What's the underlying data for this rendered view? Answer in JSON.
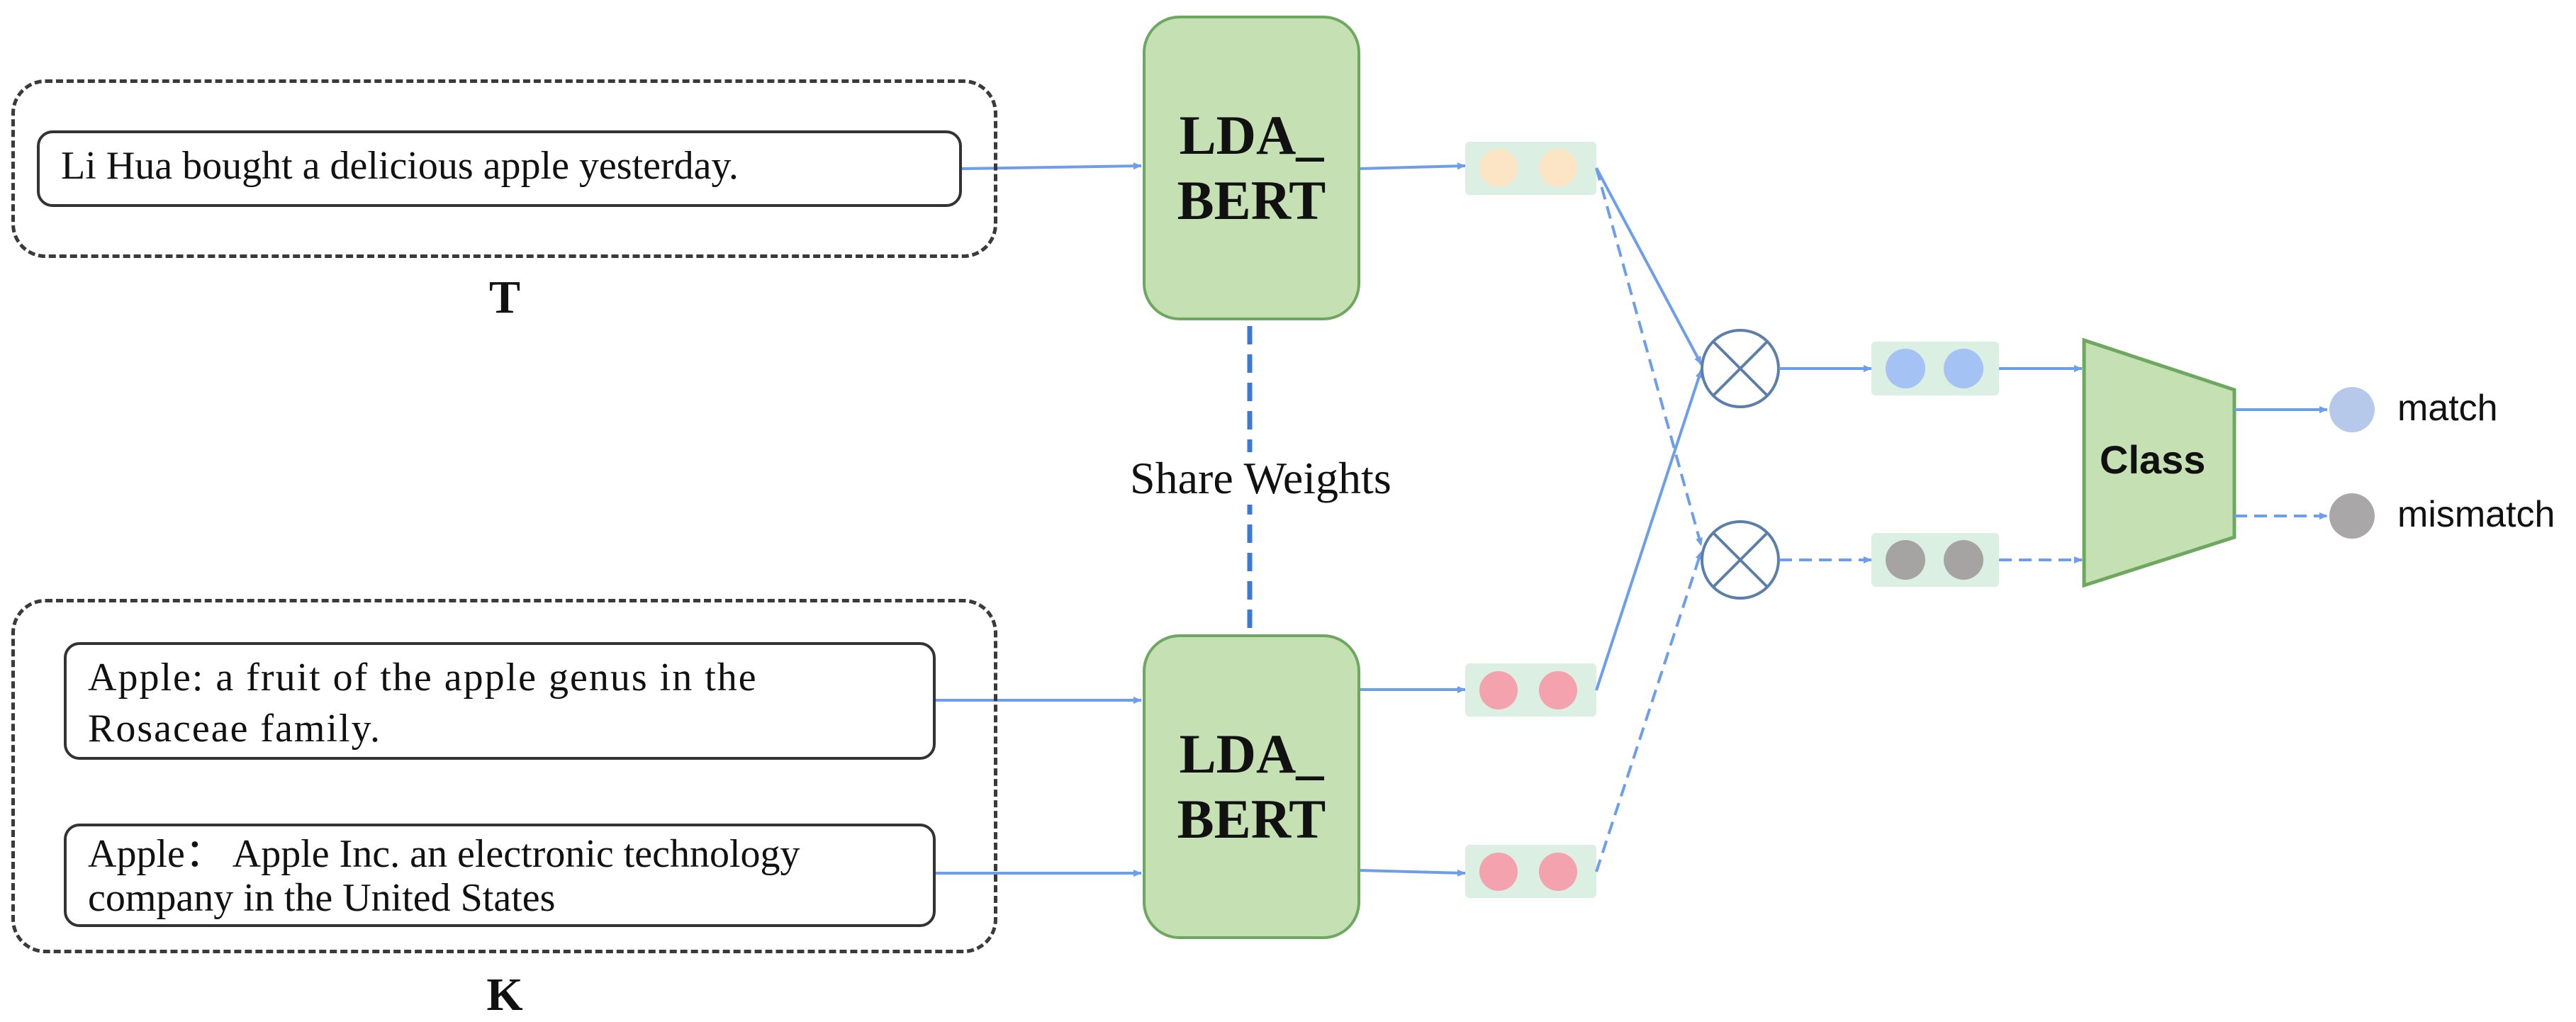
{
  "groups": {
    "t_label": "T",
    "k_label": "K"
  },
  "inputs": {
    "t_sentence": "Li Hua bought a delicious apple yesterday.",
    "k1_line1": "Apple: a fruit of the apple genus in the",
    "k1_line2": "Rosaceae family.",
    "k2_line1": "Apple： Apple Inc. an electronic technology",
    "k2_line2": "company in the United States"
  },
  "encoders": {
    "top_line1": "LDA_",
    "top_line2": "BERT",
    "bottom_line1": "LDA_",
    "bottom_line2": "BERT"
  },
  "share_weights_label": "Share Weights",
  "classifier_label": "Class",
  "outputs": {
    "match_label": "match",
    "mismatch_label": "mismatch"
  },
  "colors": {
    "arrow": "#6d9eeb",
    "share_line": "#3c78d8",
    "encoder_fill": "#c5e1b3",
    "encoder_stroke": "#6ea860",
    "vector_bg": "#dbefe3",
    "t_embedding_dot": "#fce5c4",
    "k_embedding_dot": "#f4a2ad",
    "match_vector_dot": "#a4c2f4",
    "mismatch_vector_dot": "#a6a3a3",
    "match_dot": "#b7c9ea",
    "mismatch_dot": "#a9a7a7",
    "operator_stroke": "#5b7fa8"
  },
  "icons": {
    "multiply_operator": "circle-times-icon"
  }
}
